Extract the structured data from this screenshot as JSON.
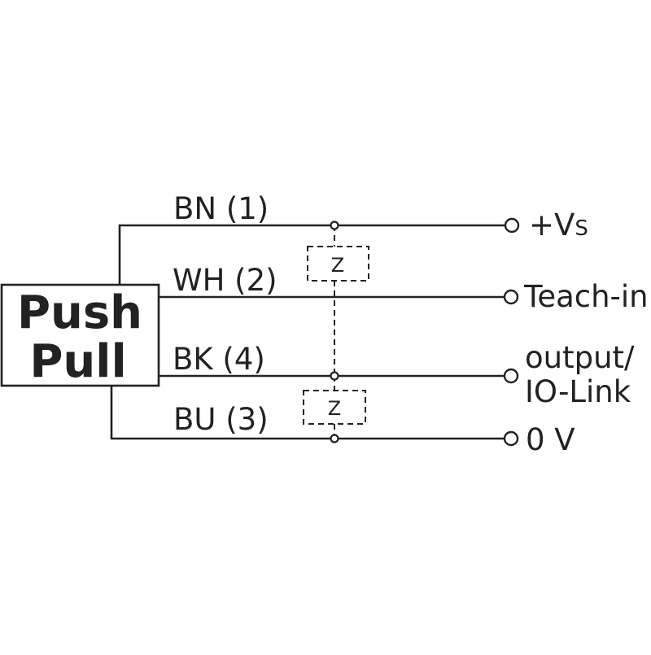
{
  "device": {
    "line1": "Push",
    "line2": "Pull"
  },
  "wires": {
    "bn": {
      "label": "BN (1)",
      "terminal": "+V",
      "terminal_sub": "S"
    },
    "wh": {
      "label": "WH (2)",
      "terminal": "Teach-in"
    },
    "bk": {
      "label": "BK (4)",
      "terminal_line1": "output/",
      "terminal_line2": "IO-Link"
    },
    "bu": {
      "label": "BU (3)",
      "terminal": "0 V"
    }
  },
  "loads": {
    "upper": "Z",
    "lower": "Z"
  },
  "colors": {
    "line": "#222222",
    "background": "#ffffff"
  }
}
